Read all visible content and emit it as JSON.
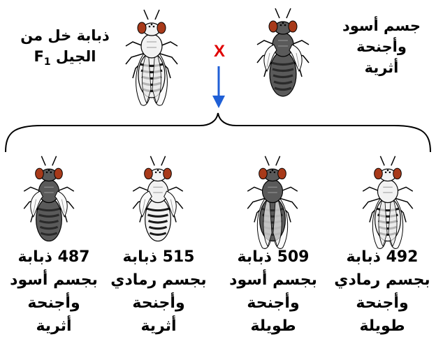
{
  "parents": {
    "left": {
      "lines": [
        "ذبابة خل من",
        "الجيل F"
      ],
      "sub": "1"
    },
    "right": {
      "lines": [
        "جسم أسود",
        "وأجنحة",
        "أثرية"
      ]
    },
    "cross_symbol": "X"
  },
  "offspring": [
    {
      "lines": [
        "487 ذبابة",
        "بجسم أسود",
        "وأجنحة",
        "أثرية"
      ]
    },
    {
      "lines": [
        "515 ذبابة",
        "بجسم رمادي",
        "وأجنحة",
        "أثرية"
      ]
    },
    {
      "lines": [
        "509 ذبابة",
        "بجسم أسود",
        "وأجنحة",
        "طويلة"
      ]
    },
    {
      "lines": [
        "492 ذبابة",
        "بجسم رمادي",
        "وأجنحة",
        "طويلة"
      ]
    }
  ],
  "colors": {
    "cross": "#e00000",
    "arrow": "#1f5fd6",
    "grey_body": "#f2f2f2",
    "black_body": "#5a5a5a",
    "eye": "#a83a1a"
  }
}
